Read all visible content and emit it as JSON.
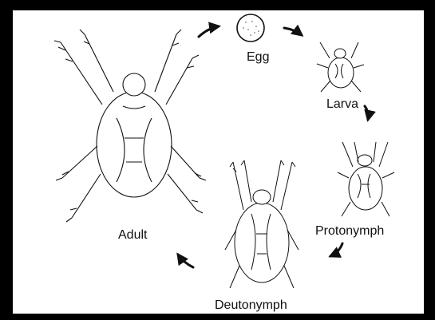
{
  "stages": {
    "egg": "Egg",
    "larva": "Larva",
    "protonymph": "Protonymph",
    "deutonymph": "Deutonymph",
    "adult": "Adult"
  },
  "colors": {
    "ink": "#111111",
    "background": "#ffffff",
    "frame": "#000000"
  },
  "icons": [
    "egg-icon",
    "larva-icon",
    "protonymph-icon",
    "deutonymph-icon",
    "adult-mite-icon",
    "arrow-icon"
  ]
}
